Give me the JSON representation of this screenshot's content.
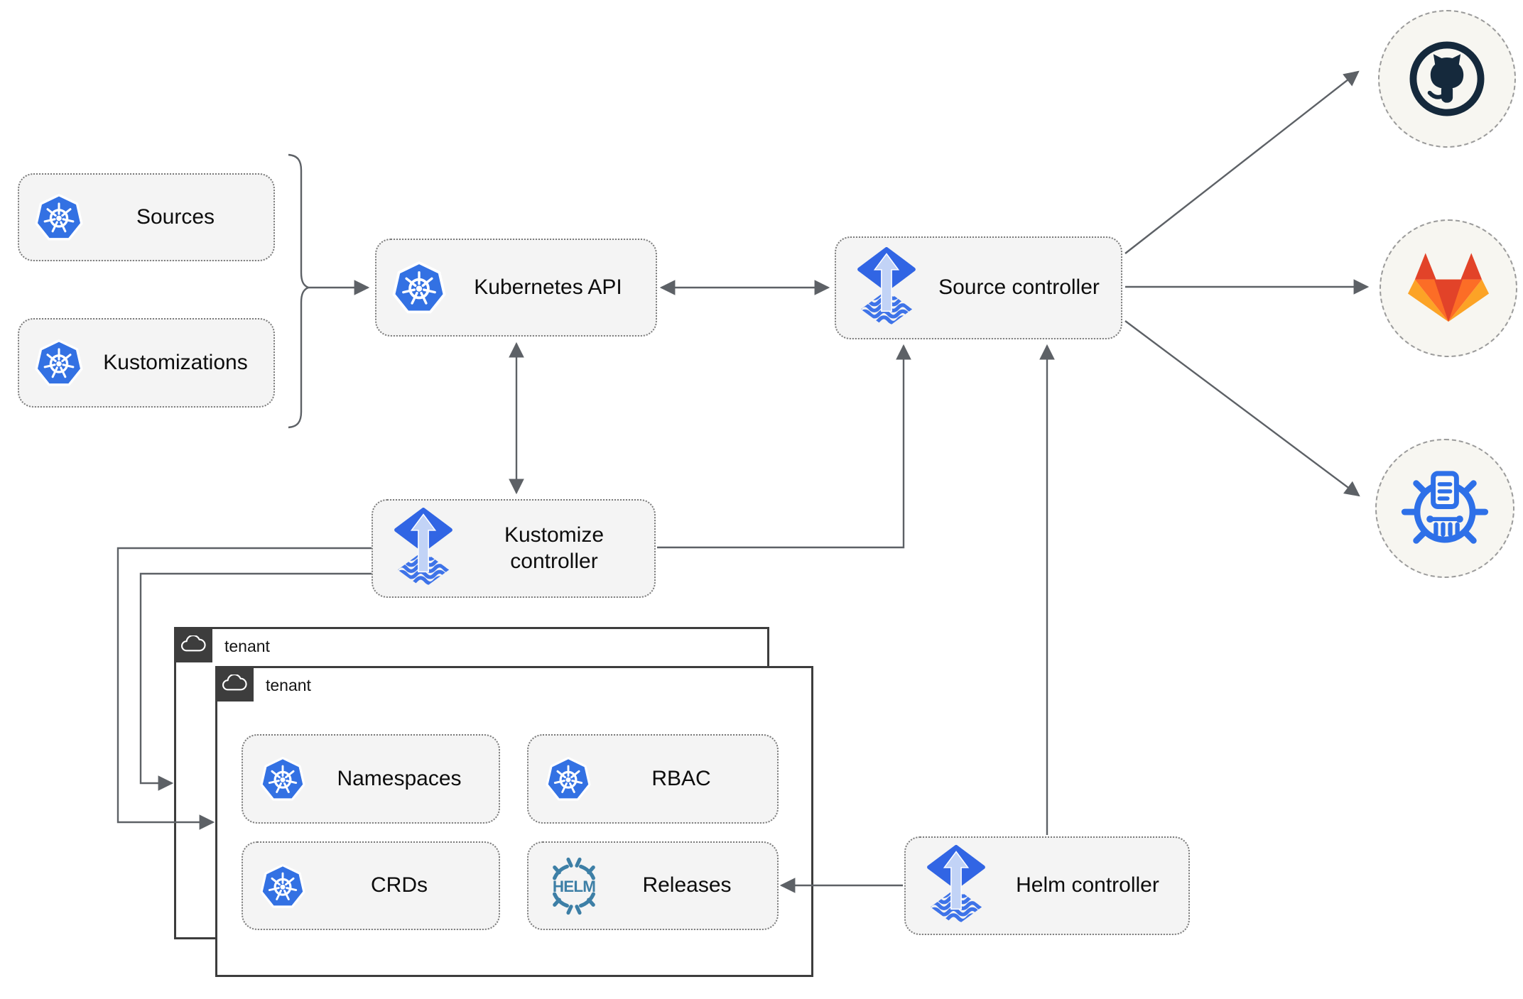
{
  "nodes": {
    "sources": {
      "label": "Sources",
      "icon": "kubernetes-logo"
    },
    "kustomizations": {
      "label": "Kustomizations",
      "icon": "kubernetes-logo"
    },
    "kubernetes_api": {
      "label": "Kubernetes API",
      "icon": "kubernetes-logo"
    },
    "source_controller": {
      "label": "Source controller",
      "icon": "flux-logo"
    },
    "kustomize_controller": {
      "label": "Kustomize controller",
      "icon": "flux-logo"
    },
    "helm_controller": {
      "label": "Helm controller",
      "icon": "flux-logo"
    },
    "namespaces": {
      "label": "Namespaces",
      "icon": "kubernetes-logo"
    },
    "rbac": {
      "label": "RBAC",
      "icon": "kubernetes-logo"
    },
    "crds": {
      "label": "CRDs",
      "icon": "kubernetes-logo"
    },
    "releases": {
      "label": "Releases",
      "icon": "helm-logo"
    }
  },
  "tenants": [
    {
      "label": "tenant",
      "icon": "cloud-icon"
    },
    {
      "label": "tenant",
      "icon": "cloud-icon"
    }
  ],
  "endpoints": [
    {
      "name": "github",
      "icon": "github-logo"
    },
    {
      "name": "gitlab",
      "icon": "gitlab-logo"
    },
    {
      "name": "helm-repository",
      "icon": "helm-repository-wheel-logo"
    }
  ],
  "edges": [
    {
      "from": "sources+kustomizations",
      "to": "kubernetes_api",
      "type": "brace-arrow"
    },
    {
      "from": "kubernetes_api",
      "to": "source_controller",
      "type": "double-arrow"
    },
    {
      "from": "kubernetes_api",
      "to": "kustomize_controller",
      "type": "double-arrow"
    },
    {
      "from": "kustomize_controller",
      "to": "source_controller",
      "type": "arrow"
    },
    {
      "from": "helm_controller",
      "to": "source_controller",
      "type": "arrow"
    },
    {
      "from": "source_controller",
      "to": "github",
      "type": "arrow"
    },
    {
      "from": "source_controller",
      "to": "gitlab",
      "type": "arrow"
    },
    {
      "from": "source_controller",
      "to": "helm-repository",
      "type": "arrow"
    },
    {
      "from": "kustomize_controller",
      "to": "tenant-inner",
      "type": "arrow"
    },
    {
      "from": "kustomize_controller",
      "to": "tenant-outer",
      "type": "arrow"
    },
    {
      "from": "helm_controller",
      "to": "releases",
      "type": "arrow"
    }
  ],
  "colors": {
    "node_fill": "#f4f4f4",
    "node_border": "#7b7b7b",
    "connector": "#5d6166",
    "tenant_border": "#3d3d3d",
    "kubernetes_blue": "#3371e3",
    "flux_blue": "#3165e4",
    "flux_arrow_light": "#c2d3f6",
    "helm_teal": "#3d7fa6",
    "github_dark": "#15293c",
    "gitlab_red": "#e24329",
    "gitlab_orange": "#fc6d26",
    "gitlab_yellow": "#fca326",
    "helm_repo_blue": "#2e70e8",
    "endpoint_fill": "#f7f6f1"
  }
}
